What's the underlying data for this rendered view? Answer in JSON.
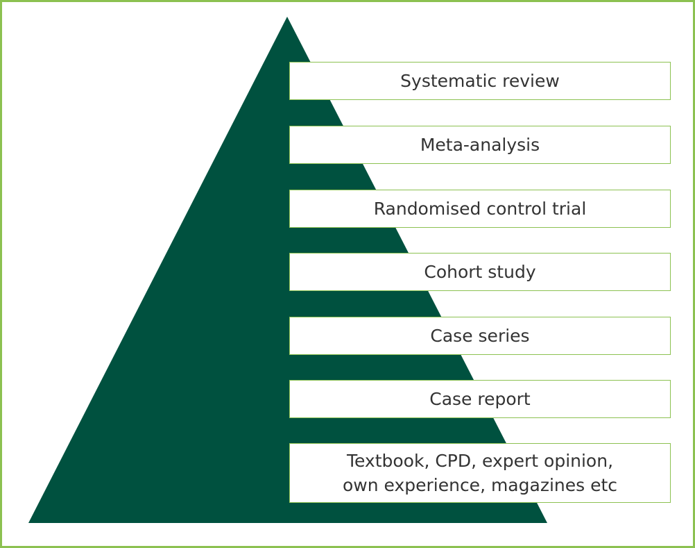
{
  "colors": {
    "pyramid_fill": "#00513f",
    "border_green": "#8cc151",
    "text": "#333333"
  },
  "levels": [
    {
      "label": "Systematic review"
    },
    {
      "label": "Meta-analysis"
    },
    {
      "label": "Randomised control trial"
    },
    {
      "label": "Cohort study"
    },
    {
      "label": "Case series"
    },
    {
      "label": "Case report"
    },
    {
      "label": "Textbook, CPD, expert opinion,\nown experience, magazines etc"
    }
  ]
}
